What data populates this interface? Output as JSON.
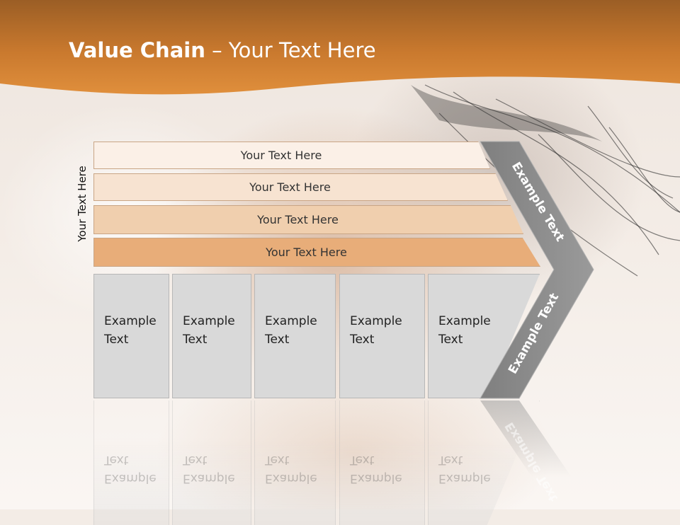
{
  "slide": {
    "title_bold": "Value Chain",
    "title_rest": " – Your Text Here",
    "side_label": "Your Text Here",
    "bars": [
      {
        "label": "Your Text Here",
        "color": "#fbf0e7"
      },
      {
        "label": "Your Text Here",
        "color": "#f7e3d1"
      },
      {
        "label": "Your Text Here",
        "color": "#f0cfae"
      },
      {
        "label": "Your Text Here",
        "color": "#e8ad79"
      }
    ],
    "boxes": [
      {
        "label": "Example\nText"
      },
      {
        "label": "Example\nText"
      },
      {
        "label": "Example\nText"
      },
      {
        "label": "Example\nText"
      },
      {
        "label": "Example\nText"
      }
    ],
    "chevron_top_label": "Example Text",
    "chevron_bottom_label": "Example Text",
    "colors": {
      "header_orange": "#d58a3a",
      "header_dark": "#9b5e25",
      "chevron_gray": "#8c8c8c",
      "box_gray": "#d9d9d9"
    }
  }
}
